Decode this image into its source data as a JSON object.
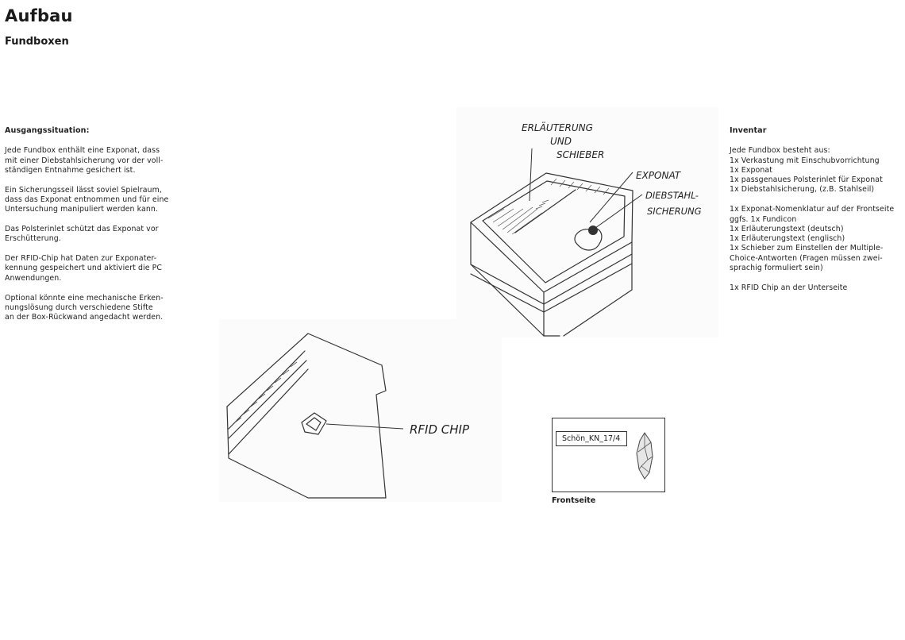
{
  "header": {
    "title": "Aufbau",
    "subtitle": "Fundboxen"
  },
  "situation": {
    "heading": "Ausgangssituation:",
    "paragraphs": [
      "Jede Fundbox enthält eine Exponat, dass\nmit einer Diebstahlsicherung vor der voll-\nständigen Entnahme gesichert ist.",
      "Ein Sicherungsseil lässt soviel Spielraum,\ndass das Exponat entnommen und für eine\nUntersuchung manipuliert werden kann.",
      "Das Polsterinlet schützt das Exponat vor\nErschütterung.",
      "Der RFID-Chip hat Daten zur Exponater-\nkennung gespeichert und aktiviert die PC\nAnwendungen.",
      "Optional könnte eine mechanische Erken-\nnungslösung durch verschiedene Stifte\nan der Box-Rückwand angedacht werden."
    ]
  },
  "inventory": {
    "heading": "Inventar",
    "paragraphs": [
      "Jede Fundbox besteht aus:\n1x Verkastung mit Einschubvorrichtung\n1x Exponat\n1x passgenaues Polsterinlet für Exponat\n1x Diebstahlsicherung, (z.B. Stahlseil)",
      "1x Exponat-Nomenklatur auf der Frontseite\nggfs. 1x Fundicon\n1x Erläuterungstext (deutsch)\n1x Erläuterungstext (englisch)\n1x Schieber zum Einstellen der Multiple-\nChoice-Antworten (Fragen müssen zwei-\nsprachig formuliert sein)",
      "1x RFID Chip an der Unterseite"
    ]
  },
  "sketch_box": {
    "label_line1": "ERLÄUTERUNG",
    "label_line2": "UND",
    "label_line3": "SCHIEBER",
    "label_exponat": "EXPONAT",
    "label_sicherung1": "DIEBSTAHL-",
    "label_sicherung2": "SICHERUNG"
  },
  "sketch_bottom": {
    "label_rfid": "RFID CHIP"
  },
  "front": {
    "tag": "Schön_KN_17/4",
    "caption": "Frontseite",
    "artifact_icon": "stone-artifact-icon"
  }
}
